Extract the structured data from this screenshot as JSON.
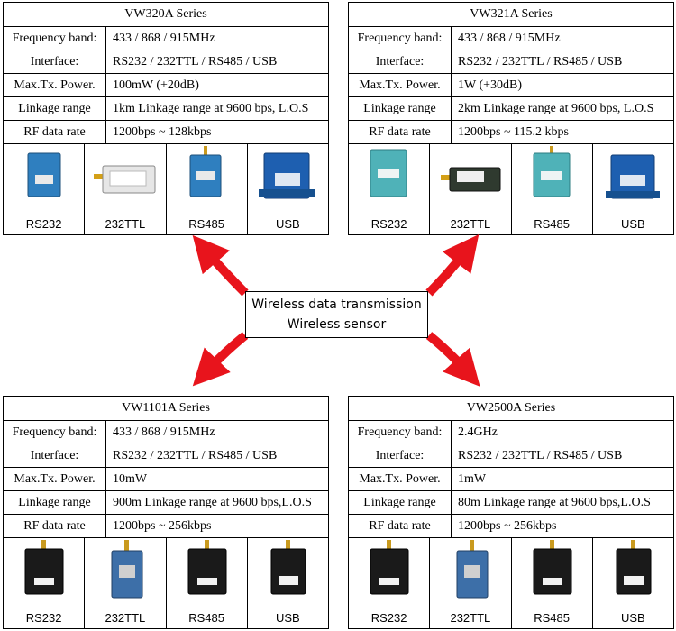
{
  "labels": {
    "frequency": "Frequency band:",
    "interface": "Interface:",
    "power": "Max.Tx. Power.",
    "range": "Linkage range",
    "rate": "RF data rate"
  },
  "center": {
    "line1": "Wireless data transmission",
    "line2": "Wireless sensor"
  },
  "series": [
    {
      "title": "VW320A Series",
      "frequency": "433 / 868 / 915MHz",
      "interface": "RS232 / 232TTL / RS485 / USB",
      "power": "100mW (+20dB)",
      "range": "1km Linkage range at 9600 bps, L.O.S",
      "rate": "1200bps ~ 128kbps",
      "products": [
        "RS232",
        "232TTL",
        "RS485",
        "USB"
      ]
    },
    {
      "title": "VW321A Series",
      "frequency": "433 / 868 / 915MHz",
      "interface": "RS232 / 232TTL / RS485 / USB",
      "power": "1W (+30dB)",
      "range": "2km Linkage range at 9600 bps, L.O.S",
      "rate": "1200bps ~ 115.2 kbps",
      "products": [
        "RS232",
        "232TTL",
        "RS485",
        "USB"
      ]
    },
    {
      "title": "VW1101A Series",
      "frequency": "433 / 868 / 915MHz",
      "interface": "RS232 / 232TTL / RS485 / USB",
      "power": "10mW",
      "range": "900m Linkage range at 9600 bps,L.O.S",
      "rate": "1200bps ~  256kbps",
      "products": [
        "RS232",
        "232TTL",
        "RS485",
        "USB"
      ]
    },
    {
      "title": "VW2500A Series",
      "frequency": "2.4GHz",
      "interface": "RS232 / 232TTL / RS485 / USB",
      "power": "1mW",
      "range": "80m Linkage range at 9600 bps,L.O.S",
      "rate": "1200bps ~  256kbps",
      "products": [
        "RS232",
        "232TTL",
        "RS485",
        "USB"
      ]
    }
  ],
  "colors": {
    "arrow": "#e8141c",
    "module_blue": "#2f7fbf",
    "module_teal": "#4fb2b8",
    "module_black": "#1a1a1a",
    "usb_blue": "#1e5fb0"
  }
}
